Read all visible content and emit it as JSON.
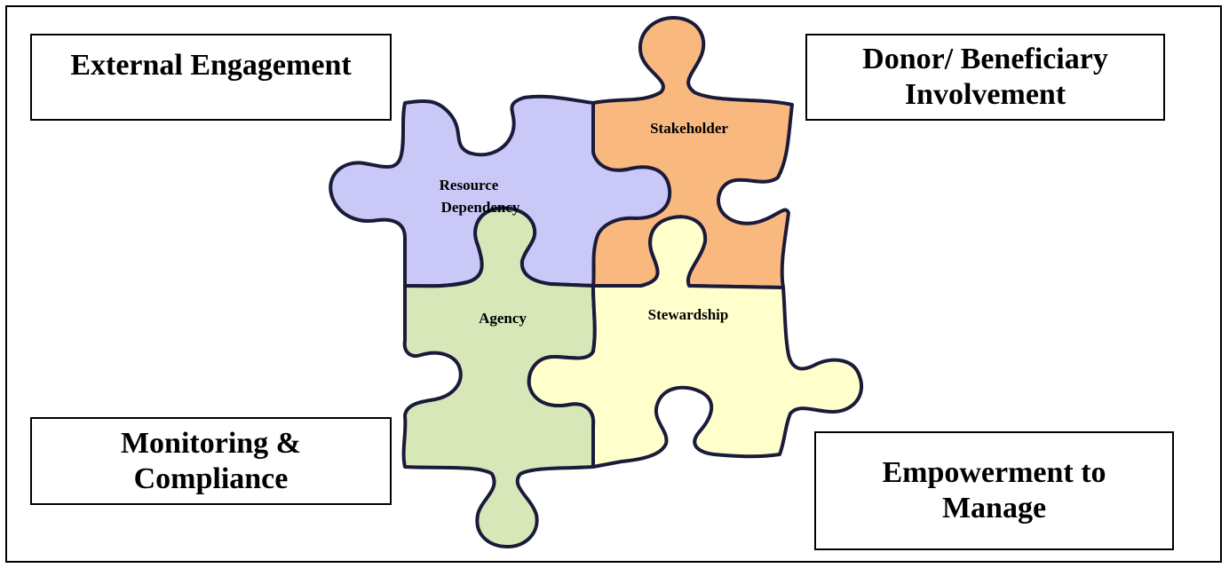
{
  "boxes": {
    "external_engagement": "External Engagement",
    "donor_line1": "Donor/ Beneficiary",
    "donor_line2": "Involvement",
    "monitoring_line1": "Monitoring &",
    "monitoring_line2": "Compliance",
    "empowerment_line1": "Empowerment to",
    "empowerment_line2": "Manage"
  },
  "pieces": {
    "resource_line1": "Resource",
    "resource_line2": "Dependency",
    "stakeholder": "Stakeholder",
    "agency": "Agency",
    "stewardship": "Stewardship"
  },
  "colors": {
    "resource": "#c9c8f7",
    "stakeholder": "#f9b97e",
    "agency": "#d8e7b7",
    "stewardship": "#ffffcc",
    "outline": "#1a1a3a"
  }
}
